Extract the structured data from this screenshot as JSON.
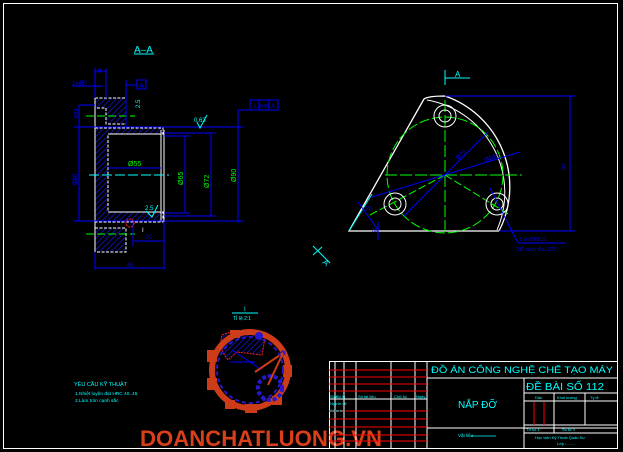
{
  "colors": {
    "background": "#000000",
    "frame": "#ffffff",
    "dimension": "#0000ff",
    "text_cyan": "#00ffff",
    "centerline": "#00ff00",
    "table_red": "#ff0000",
    "watermark": "#d9401a"
  },
  "section_view": {
    "title": "A–A",
    "chamfer": "1x45°",
    "flange_thickness": "8",
    "datum_label": "A",
    "roughness_top": "0.63",
    "roughness_face": "2.5",
    "roughness_bore": "2.5",
    "perpendicularity": {
      "symbol": "⊥",
      "value": "0.02",
      "datum": "A"
    },
    "dims": {
      "left_hole": "Ø14",
      "outer_left": "Ø80",
      "inner_bore": "Ø55",
      "d1": "Ø65",
      "d2": "Ø72",
      "d3": "Ø90",
      "bottom_width": "45",
      "small_width": "20",
      "detail_marker": "I"
    }
  },
  "front_view": {
    "section_marker_top": "A",
    "section_marker_bottom": "A",
    "pcd": "Ø76",
    "outer_dia": "Ø100",
    "height": "90",
    "hole_note_1": "3 lỗ Ø9/Ø16",
    "hole_note_2": "3 lỗ cách đều 120°",
    "angle_label": "30°",
    "small_dim": "20"
  },
  "detail_view": {
    "label": "I",
    "scale": "TỈ lệ 2:1"
  },
  "technical_requirements": {
    "title": "YÊU CẦU KỸ THUẬT",
    "line1": "1.Nhiệt luyện đạt HRC 40..45",
    "line2": "2.Làm tròn cạnh sắc"
  },
  "title_block": {
    "project_title": "ĐỒ ÁN CÔNG NGHỆ CHẾ TẠO MÁY",
    "assignment": "ĐỀ BÀI SỐ 112",
    "part_name": "NẮP ĐỠ",
    "headers": [
      "Sửa",
      "Số lg",
      "Số tài liệu",
      "Chữ ký",
      "Ngày"
    ],
    "roles": [
      "Người vẽ",
      "Kiểm tra"
    ],
    "right_headers": [
      "Dấu",
      "Khối lượng",
      "Tỷ lệ"
    ],
    "sheet": "Tờ số 1",
    "sheets_total": "Số tờ 1",
    "school": "Học viện Kỹ Thuật Quân Sự",
    "class": "Lớp :.......",
    "material": "Vật liệu"
  },
  "watermark": {
    "text": "DOANCHATLUONG.VN"
  }
}
